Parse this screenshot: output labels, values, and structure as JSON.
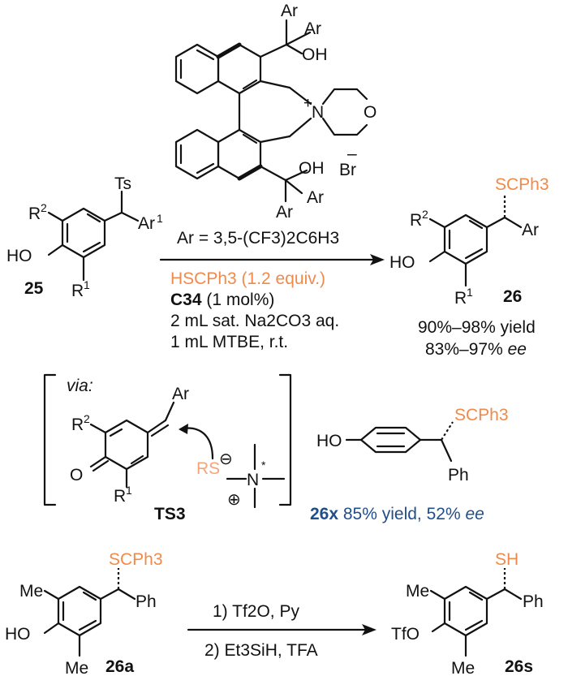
{
  "catalyst": {
    "ar_top": "Ar",
    "ar_top2": "Ar",
    "oh_top": "OH",
    "n_plus": "+",
    "n": "N",
    "o": "O",
    "minus": "–",
    "br": "Br",
    "oh_bot": "OH",
    "ar_bot": "Ar",
    "ar_bot2": "Ar"
  },
  "reaction1": {
    "ts": "Ts",
    "ar1": "Ar",
    "ar1_sup": "1",
    "r2": "R",
    "r2_sup": "2",
    "ho": "HO",
    "r1": "R",
    "r1_sup": "1",
    "substrate_num": "25",
    "ar_def": "Ar = 3,5-(CF3)2C6H3",
    "cond1": "HSCPh3 (1.2 equiv.)",
    "cond2a": "C34",
    "cond2b": " (1 mol%)",
    "cond3": "2 mL sat. Na2CO3 aq.",
    "cond4": "1 mL MTBE, r.t.",
    "prod_scph3": "SCPh3",
    "prod_ar": "Ar",
    "prod_r2": "R",
    "prod_r2_sup": "2",
    "prod_ho": "HO",
    "prod_r1": "R",
    "prod_r1_sup": "1",
    "product_num": "26",
    "yield": "90%–98% yield",
    "ee_val": "83%–97% ",
    "ee_label": "ee"
  },
  "ts3": {
    "via": "via:",
    "ar": "Ar",
    "r2": "R",
    "r2_sup": "2",
    "o": "O",
    "r1": "R",
    "r1_sup": "1",
    "rs": "RS",
    "minus": "⊖",
    "plus": "⊕",
    "n": "N",
    "star": "*",
    "label": "TS3"
  },
  "example26x": {
    "ho": "HO",
    "scph3": "SCPh3",
    "ph": "Ph",
    "num": "26x",
    "text": " 85% yield, 52% ",
    "ee": "ee"
  },
  "reaction2": {
    "me_top": "Me",
    "ho": "HO",
    "me_bot": "Me",
    "scph3": "SCPh3",
    "ph": "Ph",
    "num": "26a",
    "step1": "1) Tf2O, Py",
    "step2": "2) Et3SiH, TFA",
    "prod_sh": "SH",
    "prod_ph": "Ph",
    "prod_me_top": "Me",
    "prod_tfo": "TfO",
    "prod_me_bot": "Me",
    "prod_num": "26s"
  }
}
